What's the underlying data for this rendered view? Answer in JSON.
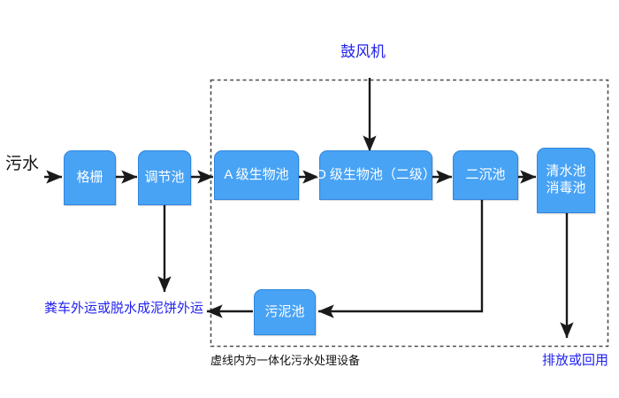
{
  "diagram": {
    "title_text": "虚线内为一体化污水处理设备",
    "dashed_region_caption": "虚线内为一体化污水处理设备",
    "colors": {
      "node_fill": "#48a3f5",
      "node_border": "#2f86dd",
      "node_text": "#ffffff",
      "blue_label": "#2222ee",
      "black_label": "#111111",
      "connector": "#1a1a1a",
      "dashed_box": "#555555",
      "background": "#ffffff"
    },
    "labels": {
      "influent": "污水",
      "blower": "鼓风机",
      "sludge_disposal": "粪车外运或脱水成泥饼外运",
      "discharge": "排放或回用",
      "dashed_caption": "虚线内为一体化污水处理设备"
    },
    "nodes": [
      {
        "id": "grille",
        "text": [
          "格栅"
        ]
      },
      {
        "id": "regulating",
        "text": [
          "调节池"
        ]
      },
      {
        "id": "a_stage",
        "text": [
          "A 级生物池"
        ]
      },
      {
        "id": "o_stage",
        "text": [
          "O 级生物池（二级）"
        ]
      },
      {
        "id": "secondary",
        "text": [
          "二沉池"
        ]
      },
      {
        "id": "clearwater",
        "text": [
          "清水池",
          "消毒池"
        ]
      },
      {
        "id": "sludge",
        "text": [
          "污泥池"
        ]
      }
    ],
    "flow_sequence": [
      "污水",
      "格栅",
      "调节池",
      "A 级生物池",
      "O 级生物池（二级）",
      "二沉池",
      "清水池消毒池",
      "排放或回用"
    ],
    "connections": [
      {
        "from": "污水",
        "to": "格栅",
        "type": "arrow"
      },
      {
        "from": "格栅",
        "to": "调节池",
        "type": "arrow"
      },
      {
        "from": "调节池",
        "to": "A 级生物池",
        "type": "arrow"
      },
      {
        "from": "A 级生物池",
        "to": "O 级生物池（二级）",
        "type": "arrow"
      },
      {
        "from": "O 级生物池（二级）",
        "to": "二沉池",
        "type": "arrow"
      },
      {
        "from": "二沉池",
        "to": "清水池消毒池",
        "type": "arrow"
      },
      {
        "from": "清水池消毒池",
        "to": "排放或回用",
        "type": "arrow"
      },
      {
        "from": "鼓风机",
        "to": "O 级生物池（二级）",
        "type": "arrow"
      },
      {
        "from": "调节池",
        "to": "粪车外运或脱水成泥饼外运",
        "type": "arrow"
      },
      {
        "from": "二沉池",
        "to": "污泥池",
        "type": "arrow"
      },
      {
        "from": "污泥池",
        "to": "粪车外运或脱水成泥饼外运",
        "type": "arrow"
      }
    ]
  }
}
